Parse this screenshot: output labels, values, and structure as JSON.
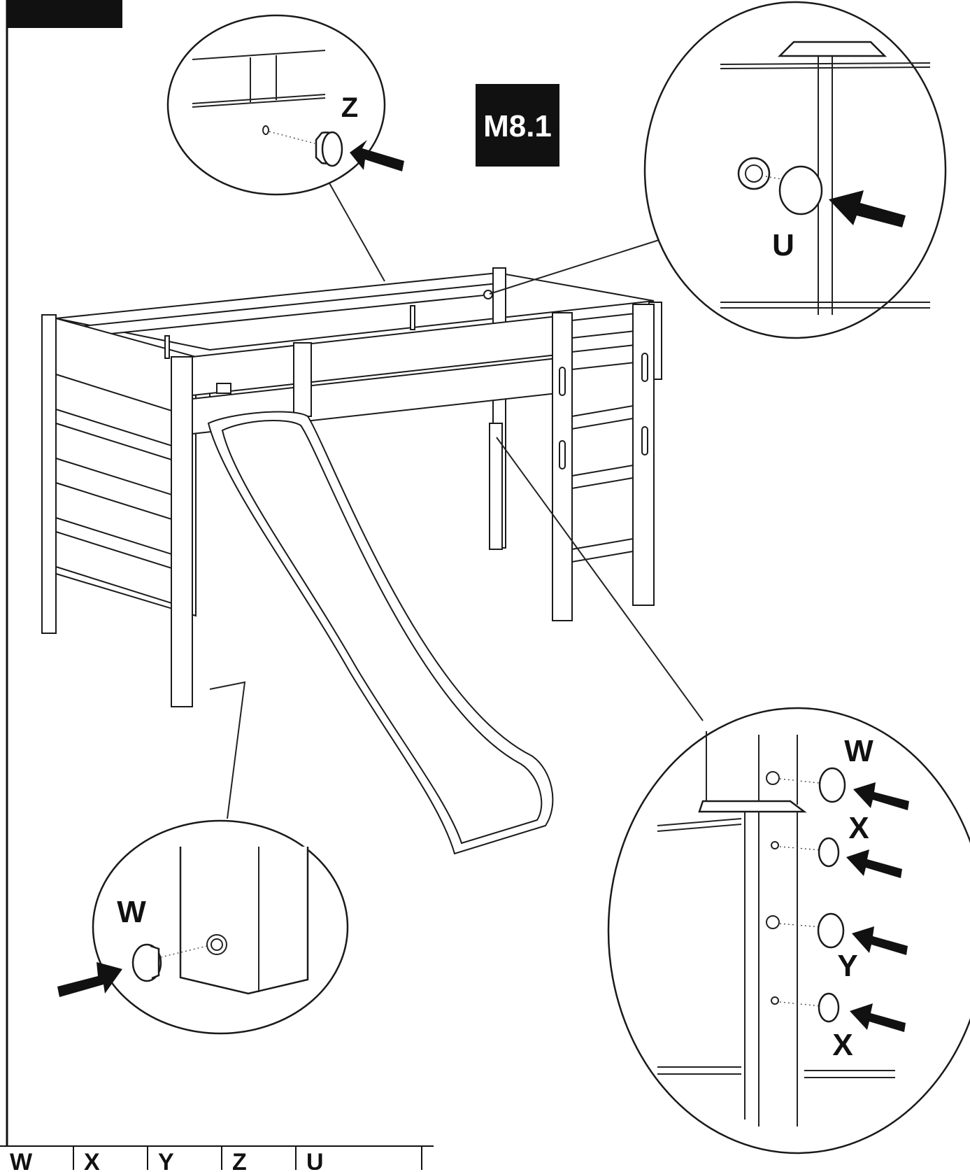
{
  "step_badge": "M8.1",
  "callouts": {
    "top_left": "Z",
    "top_right": "U",
    "bottom_left": "W",
    "bottom_right": [
      "W",
      "X",
      "Y",
      "X"
    ]
  },
  "legend": [
    "W",
    "X",
    "Y",
    "Z",
    "U"
  ]
}
